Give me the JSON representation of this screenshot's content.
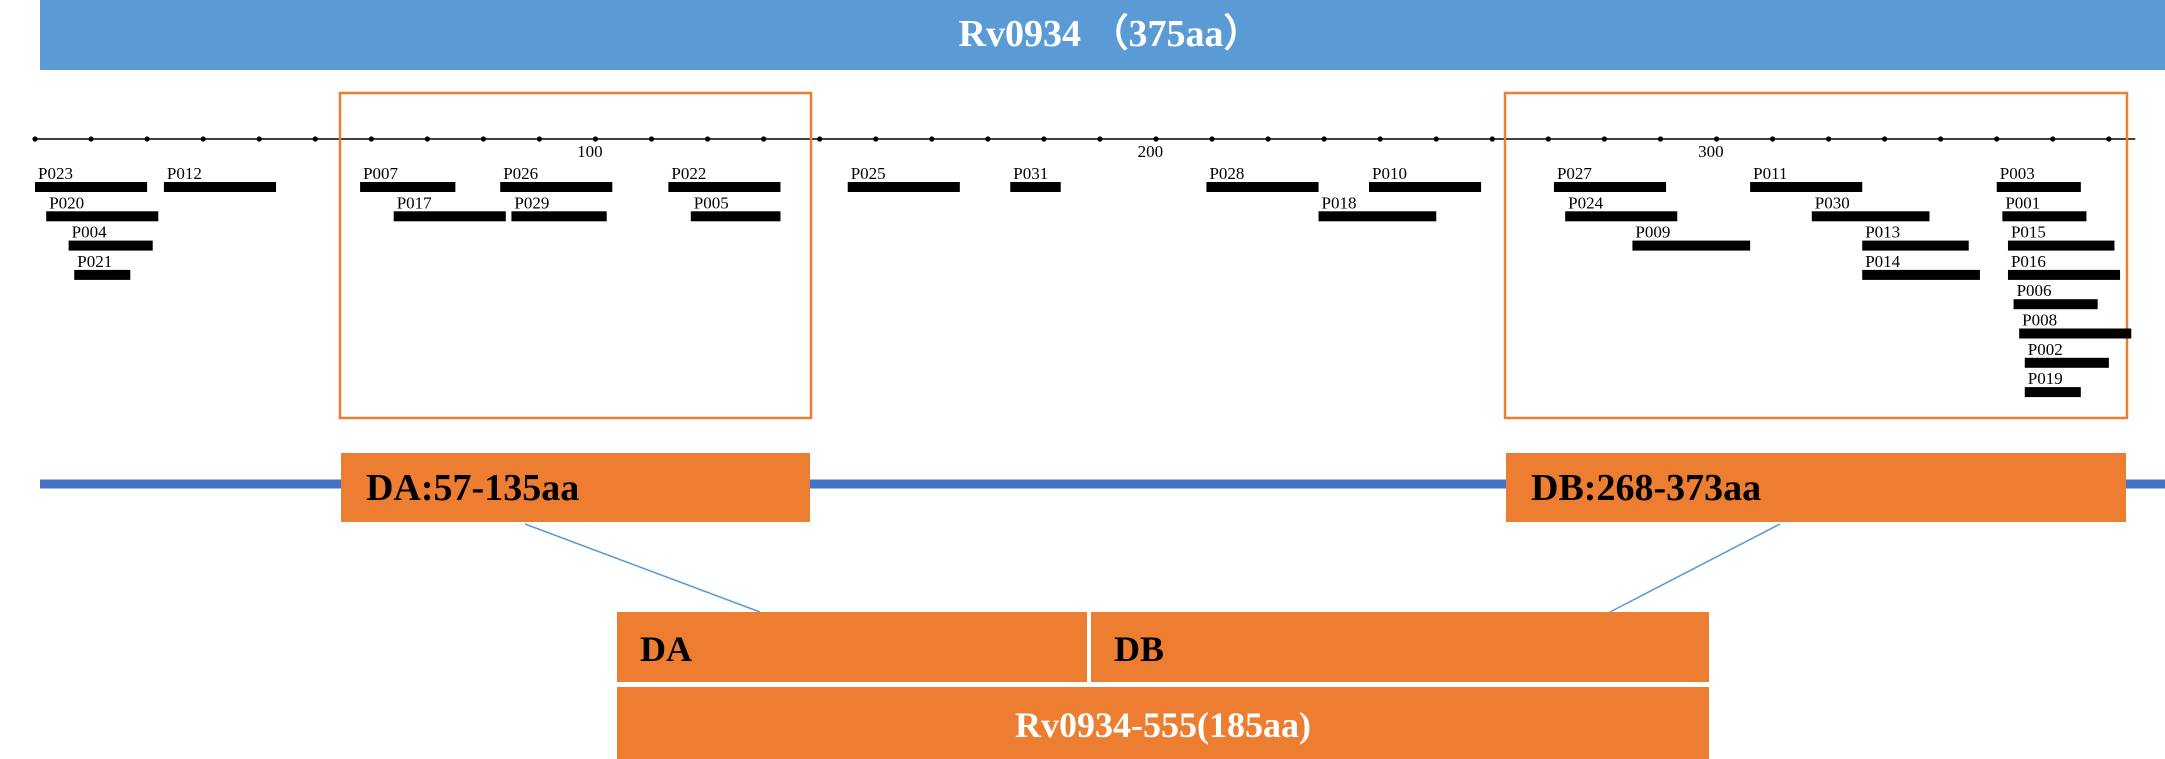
{
  "header": {
    "title": "Rv0934 （375aa）",
    "color": "#5B9BD5"
  },
  "axis": {
    "min": 1,
    "max": 375,
    "labeled_ticks": [
      100,
      200,
      300
    ],
    "minor_tick_step": 10
  },
  "colors": {
    "accent_orange": "#ED7D31",
    "box_border": "#ED7D31",
    "backbone": "#4472C4",
    "connector": "#5B9BD5",
    "peptide_bar": "#000000",
    "label_text_on_orange": "#000000",
    "fusion_text": "#ffffff"
  },
  "peptides": [
    {
      "id": "P023",
      "start": 1,
      "end": 21
    },
    {
      "id": "P020",
      "start": 3,
      "end": 23
    },
    {
      "id": "P004",
      "start": 7,
      "end": 22
    },
    {
      "id": "P021",
      "start": 8,
      "end": 18
    },
    {
      "id": "P012",
      "start": 24,
      "end": 44
    },
    {
      "id": "P007",
      "start": 59,
      "end": 76
    },
    {
      "id": "P017",
      "start": 65,
      "end": 85
    },
    {
      "id": "P026",
      "start": 84,
      "end": 104
    },
    {
      "id": "P029",
      "start": 86,
      "end": 103
    },
    {
      "id": "P022",
      "start": 114,
      "end": 134
    },
    {
      "id": "P005",
      "start": 118,
      "end": 134
    },
    {
      "id": "P025",
      "start": 146,
      "end": 166
    },
    {
      "id": "P031",
      "start": 175,
      "end": 184
    },
    {
      "id": "P028",
      "start": 210,
      "end": 230
    },
    {
      "id": "P010",
      "start": 239,
      "end": 259
    },
    {
      "id": "P018",
      "start": 230,
      "end": 251
    },
    {
      "id": "P027",
      "start": 272,
      "end": 292
    },
    {
      "id": "P024",
      "start": 274,
      "end": 294
    },
    {
      "id": "P009",
      "start": 286,
      "end": 307
    },
    {
      "id": "P011",
      "start": 307,
      "end": 327
    },
    {
      "id": "P030",
      "start": 318,
      "end": 339
    },
    {
      "id": "P013",
      "start": 327,
      "end": 346
    },
    {
      "id": "P014",
      "start": 327,
      "end": 348
    },
    {
      "id": "P003",
      "start": 351,
      "end": 366
    },
    {
      "id": "P001",
      "start": 352,
      "end": 367
    },
    {
      "id": "P015",
      "start": 353,
      "end": 372
    },
    {
      "id": "P016",
      "start": 353,
      "end": 373
    },
    {
      "id": "P006",
      "start": 354,
      "end": 369
    },
    {
      "id": "P008",
      "start": 355,
      "end": 375
    },
    {
      "id": "P002",
      "start": 356,
      "end": 371
    },
    {
      "id": "P019",
      "start": 356,
      "end": 366
    }
  ],
  "domains": [
    {
      "name": "DA",
      "label": "DA:57-135aa",
      "start": 57,
      "end": 135
    },
    {
      "name": "DB",
      "label": "DB:268-373aa",
      "start": 268,
      "end": 373
    }
  ],
  "fusion": {
    "part_a": "DA",
    "part_b": "DB",
    "label": "Rv0934-555(185aa)"
  }
}
